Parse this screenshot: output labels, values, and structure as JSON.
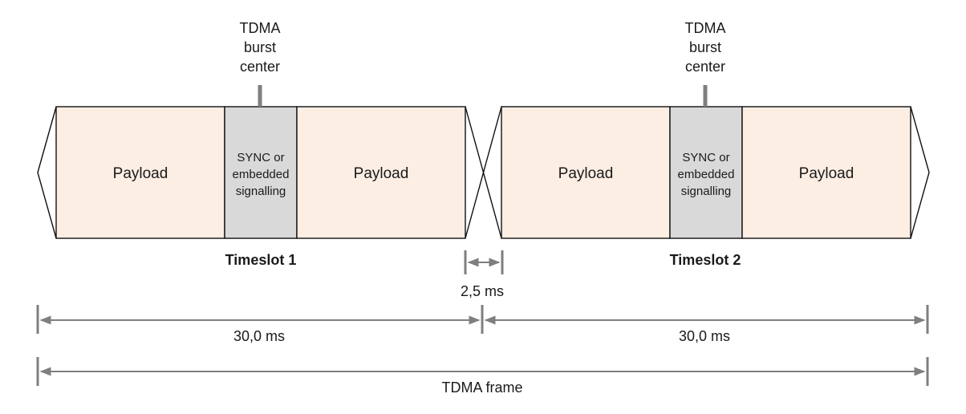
{
  "colors": {
    "payload_fill": "#fdeee4",
    "sync_fill": "#d9d9d9",
    "outline": "#111111",
    "dimension_line": "#7f7f7f",
    "text": "#1a1a1a"
  },
  "timeslot1": {
    "center_label": [
      "TDMA",
      "burst",
      "center"
    ],
    "payload_left": "Payload",
    "sync_label": [
      "SYNC or",
      "embedded",
      "signalling"
    ],
    "payload_right": "Payload",
    "name": "Timeslot 1"
  },
  "timeslot2": {
    "center_label": [
      "TDMA",
      "burst",
      "center"
    ],
    "payload_left": "Payload",
    "sync_label": [
      "SYNC or",
      "embedded",
      "signalling"
    ],
    "payload_right": "Payload",
    "name": "Timeslot 2"
  },
  "guard": {
    "label": "2,5 ms"
  },
  "dimensions": {
    "slot1_duration": "30,0 ms",
    "slot2_duration": "30,0 ms",
    "frame_label": "TDMA frame"
  }
}
